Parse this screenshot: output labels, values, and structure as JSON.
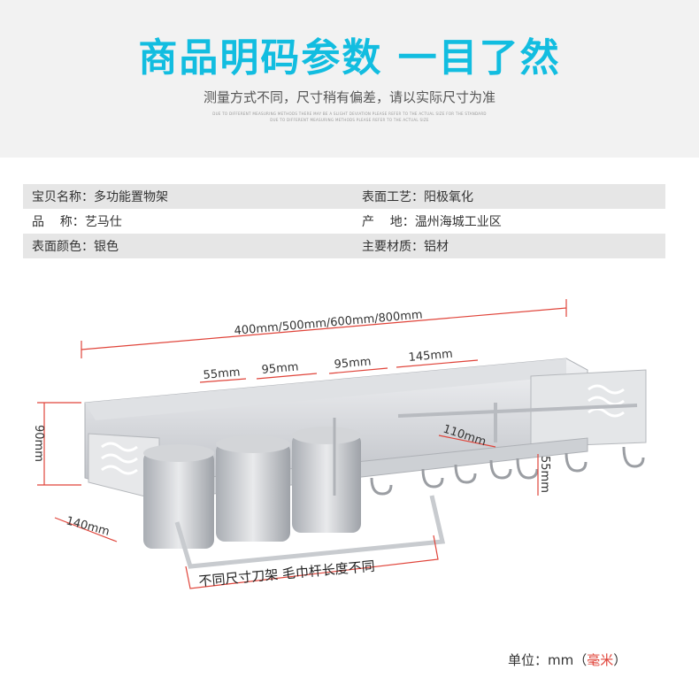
{
  "banner": {
    "headline": "商品明码参数 一目了然",
    "subline": "测量方式不同，尺寸稍有偏差，请以实际尺寸为准",
    "fine_line_1": "DUE TO DIFFERENT MEASURING METHODS THERE MAY BE A SLIGHT DEVIATION PLEASE REFER TO THE ACTUAL SIZE FOR THE STANDARD",
    "fine_line_2": "DUE TO DIFFERENT MEASURING METHODS PLEASE REFER TO THE ACTUAL SIZE"
  },
  "specs": [
    {
      "left_label": "宝贝名称：",
      "left_value": "多功能置物架",
      "right_label": "表面工艺：",
      "right_value": "阳极氧化"
    },
    {
      "left_label": "品    称：",
      "left_value": "艺马仕",
      "right_label": "产    地：",
      "right_value": "温州海城工业区"
    },
    {
      "left_label": "表面颜色：",
      "left_value": "银色",
      "right_label": "主要材质：",
      "right_value": "铝材"
    }
  ],
  "dimensions": {
    "total_length": "400mm/500mm/600mm/800mm",
    "slot_1": "55mm",
    "slot_2": "95mm",
    "slot_3": "95mm",
    "slot_4": "145mm",
    "height": "90mm",
    "depth": "140mm",
    "tray": "110mm",
    "hook": "55mm",
    "note": "不同尺寸刀架 毛巾杆长度不同"
  },
  "unit": {
    "prefix": "单位：mm（",
    "highlight": "毫米",
    "suffix": "）"
  },
  "colors": {
    "accent": "#12bde0",
    "highlight": "#e0443a",
    "row_shade": "#e6e6e6",
    "dimension_line": "#e0443a",
    "metal": "#c9ccd1"
  }
}
